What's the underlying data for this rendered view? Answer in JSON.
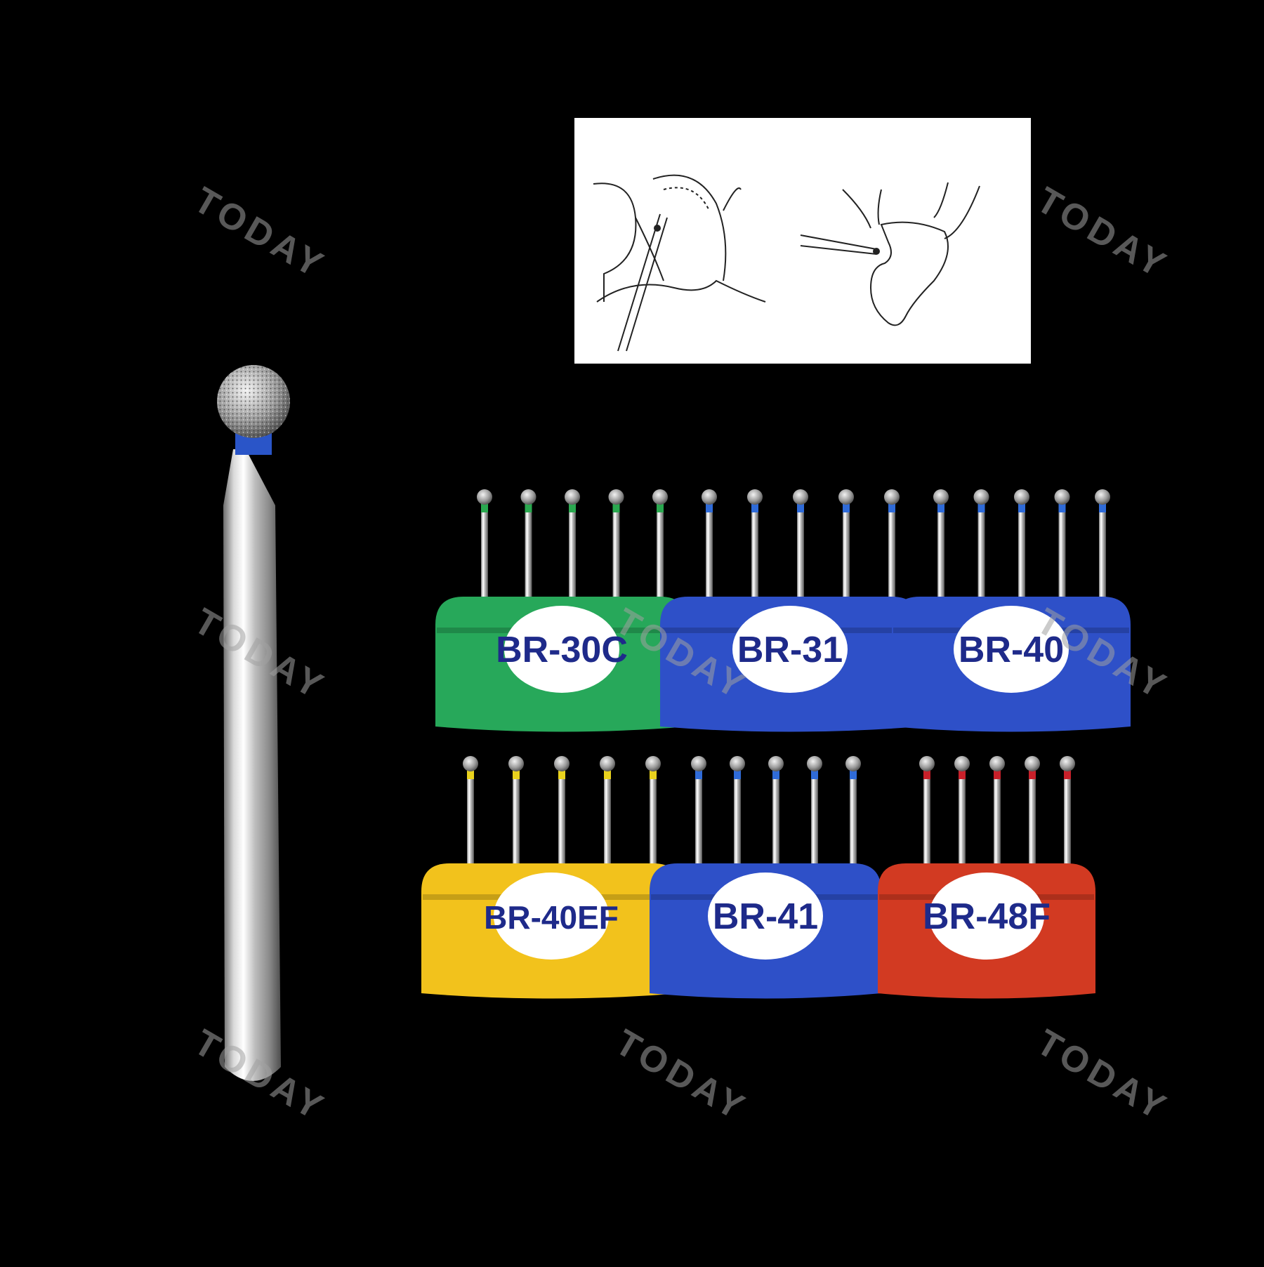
{
  "watermark": {
    "text": "TODAY"
  },
  "colors": {
    "background": "#000000",
    "green": "#27a85a",
    "blue": "#2e50c8",
    "yellow": "#f2c21c",
    "red": "#d23a22",
    "label_text": "#1e2a8a"
  },
  "diagram": {
    "description_icon": "tooth-preparation-sketch"
  },
  "holders": [
    {
      "label": "BR-30C",
      "color": "green",
      "band": "#2aa84f"
    },
    {
      "label": "BR-31",
      "color": "blue",
      "band": "#2f6bd8"
    },
    {
      "label": "BR-40",
      "color": "blue",
      "band": "#2f6bd8"
    },
    {
      "label": "BR-40EF",
      "color": "yellow",
      "band": "#e9d21d"
    },
    {
      "label": "BR-41",
      "color": "blue",
      "band": "#2f6bd8"
    },
    {
      "label": "BR-48F",
      "color": "red",
      "band": "#c8202a"
    }
  ]
}
